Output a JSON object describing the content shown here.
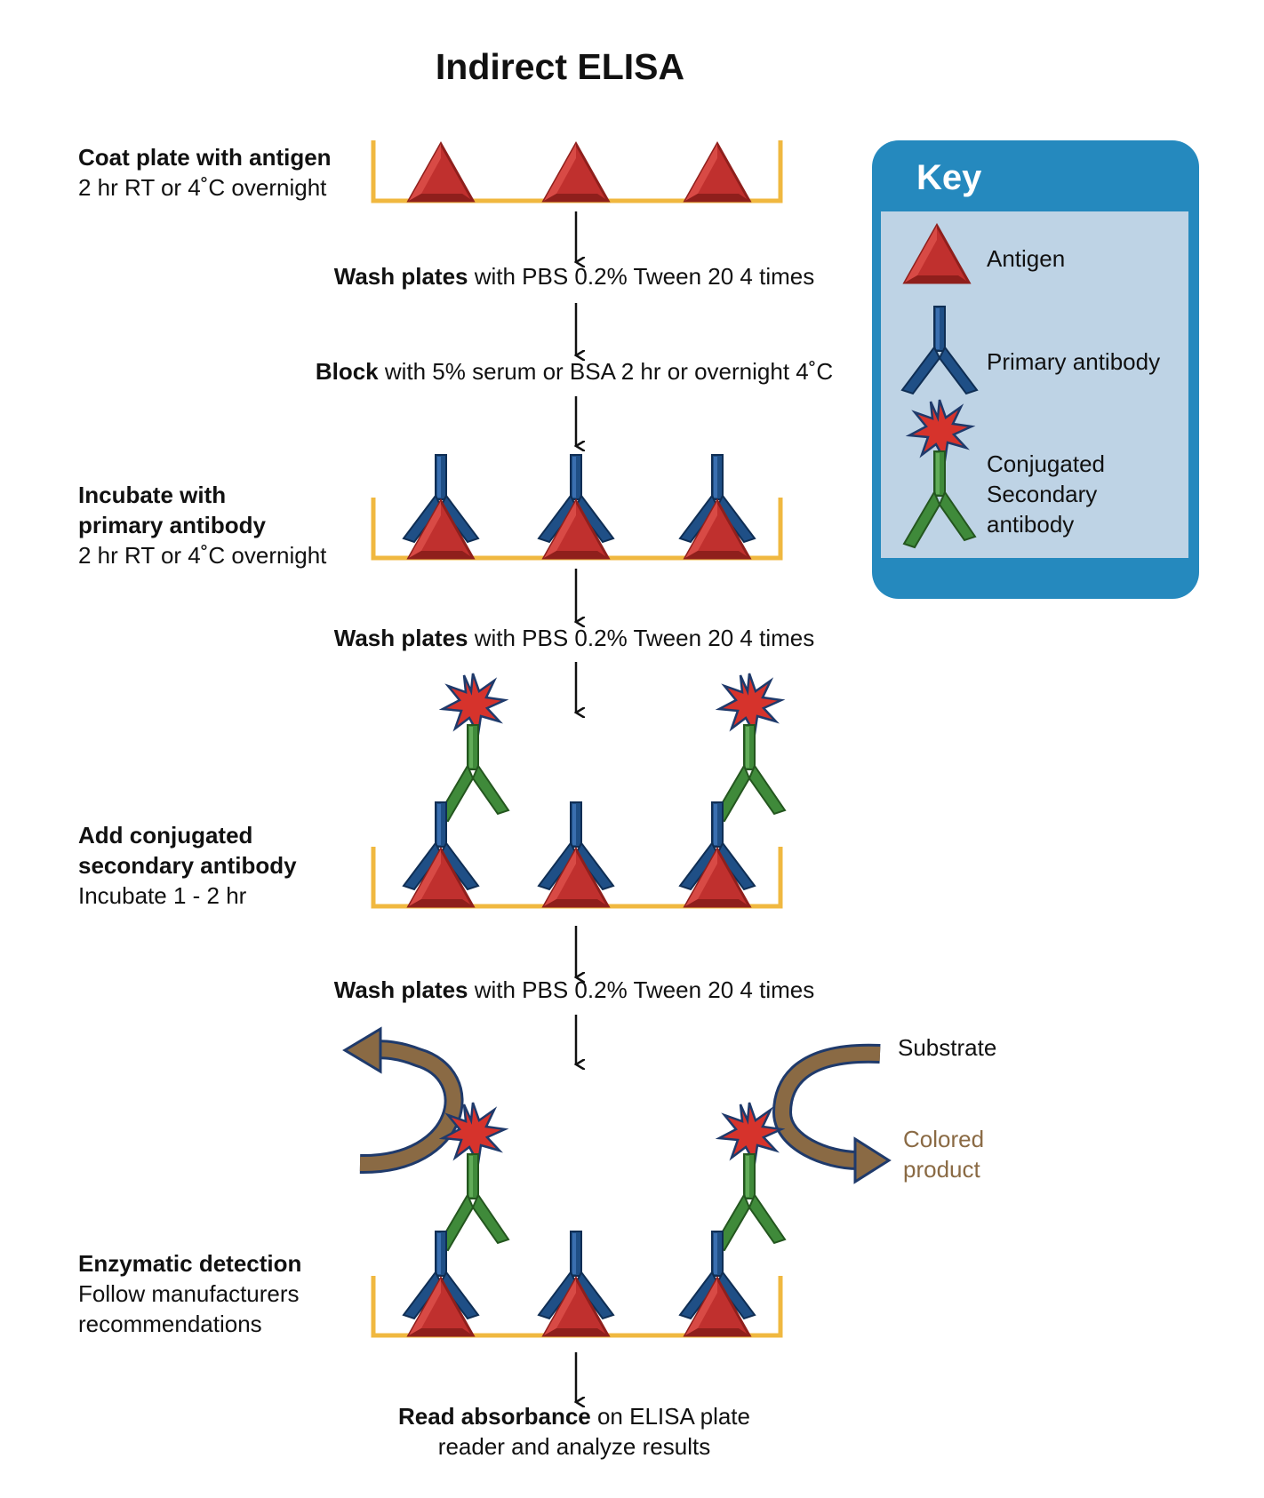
{
  "title": "Indirect ELISA",
  "steps": {
    "coat": {
      "bold": "Coat plate with antigen",
      "detail": "2 hr RT or 4˚C overnight"
    },
    "wash1": {
      "bold": "Wash plates",
      "detail": " with PBS 0.2% Tween 20 4 times"
    },
    "block": {
      "bold": "Block",
      "detail": " with 5% serum or BSA 2 hr or overnight 4˚C"
    },
    "primary": {
      "bold1": "Incubate with",
      "bold2": "primary antibody",
      "detail": "2 hr RT or 4˚C overnight"
    },
    "wash2": {
      "bold": "Wash plates",
      "detail": " with PBS 0.2% Tween 20 4 times"
    },
    "secondary": {
      "bold1": "Add conjugated",
      "bold2": "secondary antibody",
      "detail": "Incubate 1 - 2 hr"
    },
    "wash3": {
      "bold": "Wash plates",
      "detail": " with PBS 0.2% Tween 20 4 times"
    },
    "detection": {
      "bold": "Enzymatic detection",
      "detail1": "Follow manufacturers",
      "detail2": "recommendations"
    },
    "read": {
      "bold": "Read absorbance",
      "detail1": " on ELISA plate",
      "detail2": "reader and analyze results"
    }
  },
  "key": {
    "title": "Key",
    "antigen": "Antigen",
    "primary": "Primary antibody",
    "conjugated1": "Conjugated",
    "conjugated2": "Secondary",
    "conjugated3": "antibody"
  },
  "reaction": {
    "substrate": "Substrate",
    "colored1": "Colored",
    "colored2": "product"
  },
  "colors": {
    "antigen": "#c0302e",
    "primary": "#1f4f86",
    "secondary": "#3f8a3a",
    "plate": "#f0b840",
    "key_bg": "#2589be",
    "key_panel": "#bed3e5",
    "arrow_fill": "#8a6a44",
    "colored_text": "#8a6a44"
  }
}
